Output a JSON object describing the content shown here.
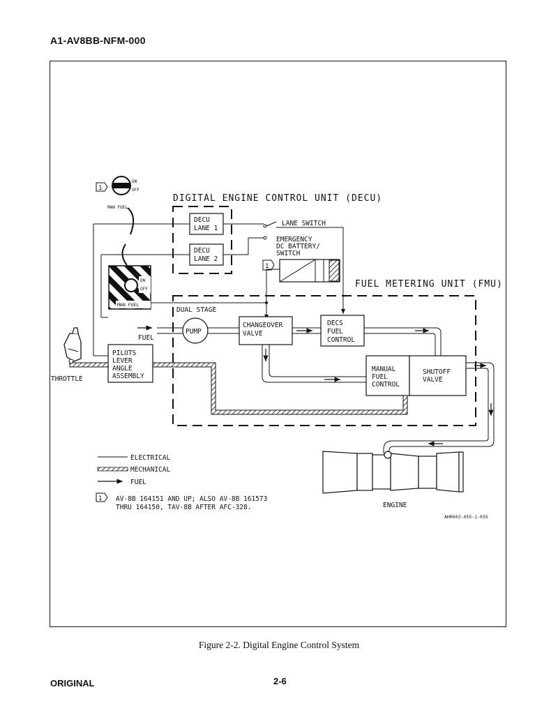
{
  "header": {
    "doc_id": "A1-AV8BB-NFM-000"
  },
  "diagram": {
    "decu_title": "DIGITAL ENGINE CONTROL UNIT (DECU)",
    "fmu_title": "FUEL METERING UNIT (FMU)",
    "decu_lane1": [
      "DECU",
      "LANE 1"
    ],
    "decu_lane2": [
      "DECU",
      "LANE 2"
    ],
    "lane_switch": "LANE SWITCH",
    "emergency": [
      "EMERGENCY",
      "DC BATTERY/",
      "SWITCH"
    ],
    "man_fuel_top": "MAN FUEL",
    "on": "ON",
    "off": "OFF",
    "panel_on": "ON",
    "panel_off": "OFF",
    "panel_man_fuel": "MAN FUEL",
    "dual_stage": "DUAL STAGE",
    "pump": "PUMP",
    "fuel_in": "FUEL",
    "changeover": [
      "CHANGEOVER",
      "VALVE"
    ],
    "decs": [
      "DECS",
      "FUEL",
      "CONTROL"
    ],
    "manual": [
      "MANUAL",
      "FUEL",
      "CONTROL"
    ],
    "shutoff": [
      "SHUTOFF",
      "VALVE"
    ],
    "pilots": [
      "PILOTS",
      "LEVER",
      "ANGLE",
      "ASSEMBLY"
    ],
    "throttle": "THROTTLE",
    "engine": "ENGINE",
    "note_marker": "1",
    "legend": {
      "electrical": "ELECTRICAL",
      "mechanical": "MECHANICAL",
      "fuel": "FUEL"
    },
    "note": [
      "AV-8B 164151 AND UP; ALSO AV-8B 161573",
      "THRU 164150, TAV-8B AFTER AFC-328."
    ],
    "ref": "AHR602-455-1-035"
  },
  "caption": "Figure 2-2.  Digital Engine Control System",
  "footer": {
    "left": "ORIGINAL",
    "page": "2-6"
  }
}
